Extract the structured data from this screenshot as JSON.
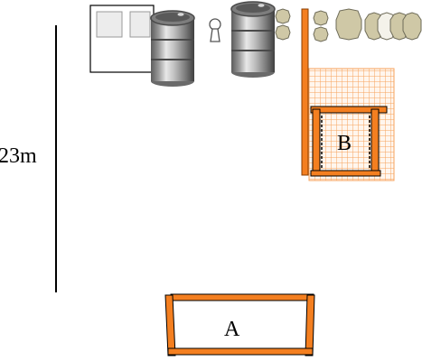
{
  "scale": {
    "label": "23m"
  },
  "zones": {
    "a": {
      "label": "A"
    },
    "b": {
      "label": "B"
    }
  },
  "objects": {
    "equipment_box": {
      "icon": "sink-box-icon"
    },
    "drums": [
      {
        "icon": "drum-barrel-icon"
      },
      {
        "icon": "drum-barrel-icon"
      }
    ],
    "keyhole": {
      "icon": "keyhole-icon"
    },
    "stone_pillar_pairs": [
      {
        "icon": "octagon-pillar-pair-icon"
      },
      {
        "icon": "octagon-pillar-pair-icon"
      }
    ],
    "stones_row": [
      {
        "icon": "octagon-stone-icon"
      },
      {
        "icon": "octagon-stone-icon"
      },
      {
        "icon": "octagon-stone-icon"
      },
      {
        "icon": "octagon-stone-icon"
      },
      {
        "icon": "octagon-stone-icon"
      }
    ],
    "fence_panel": {
      "icon": "orange-mesh-fence-icon"
    },
    "fence_post": {
      "icon": "orange-post-icon"
    }
  },
  "colors": {
    "frame_orange": "#f47f20",
    "mesh_orange": "#f7a35c",
    "stone_fill": "#cfc8a6",
    "stone_stroke": "#6e6b58",
    "stone_white": "#f4f2ea",
    "drum_body": "#8c8c8c",
    "drum_dark": "#4a4a4a",
    "ink": "#000000"
  }
}
